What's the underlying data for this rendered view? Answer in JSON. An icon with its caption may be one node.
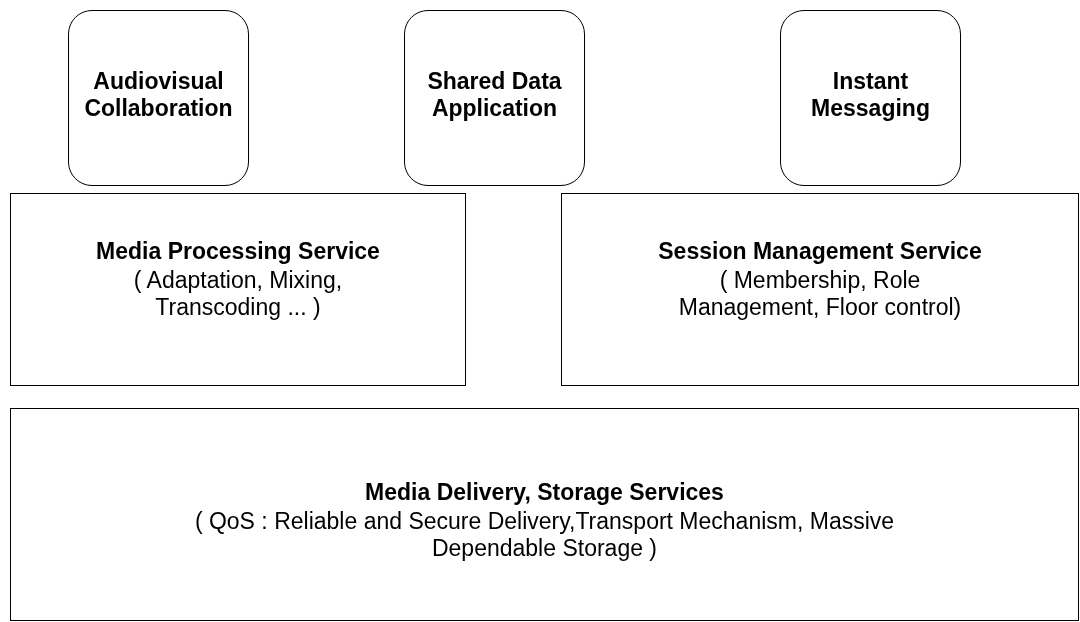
{
  "diagram": {
    "nodes": [
      {
        "text": [
          "Audiovisual Collaboration"
        ]
      },
      {
        "text": [
          "Shared Data Application"
        ]
      },
      {
        "text": [
          "Instant Messaging"
        ]
      },
      {
        "text": [
          "Media Processing Service",
          "( Adaptation, Mixing, Transcoding ... )"
        ]
      },
      {
        "text": [
          "Session Management Service",
          "( Membership, Role Management, Floor control)"
        ]
      },
      {
        "text": [
          "Media Delivery, Storage Services",
          "( QoS : Reliable and Secure Delivery,Transport Mechanism, Massive Dependable Storage )"
        ]
      }
    ]
  }
}
